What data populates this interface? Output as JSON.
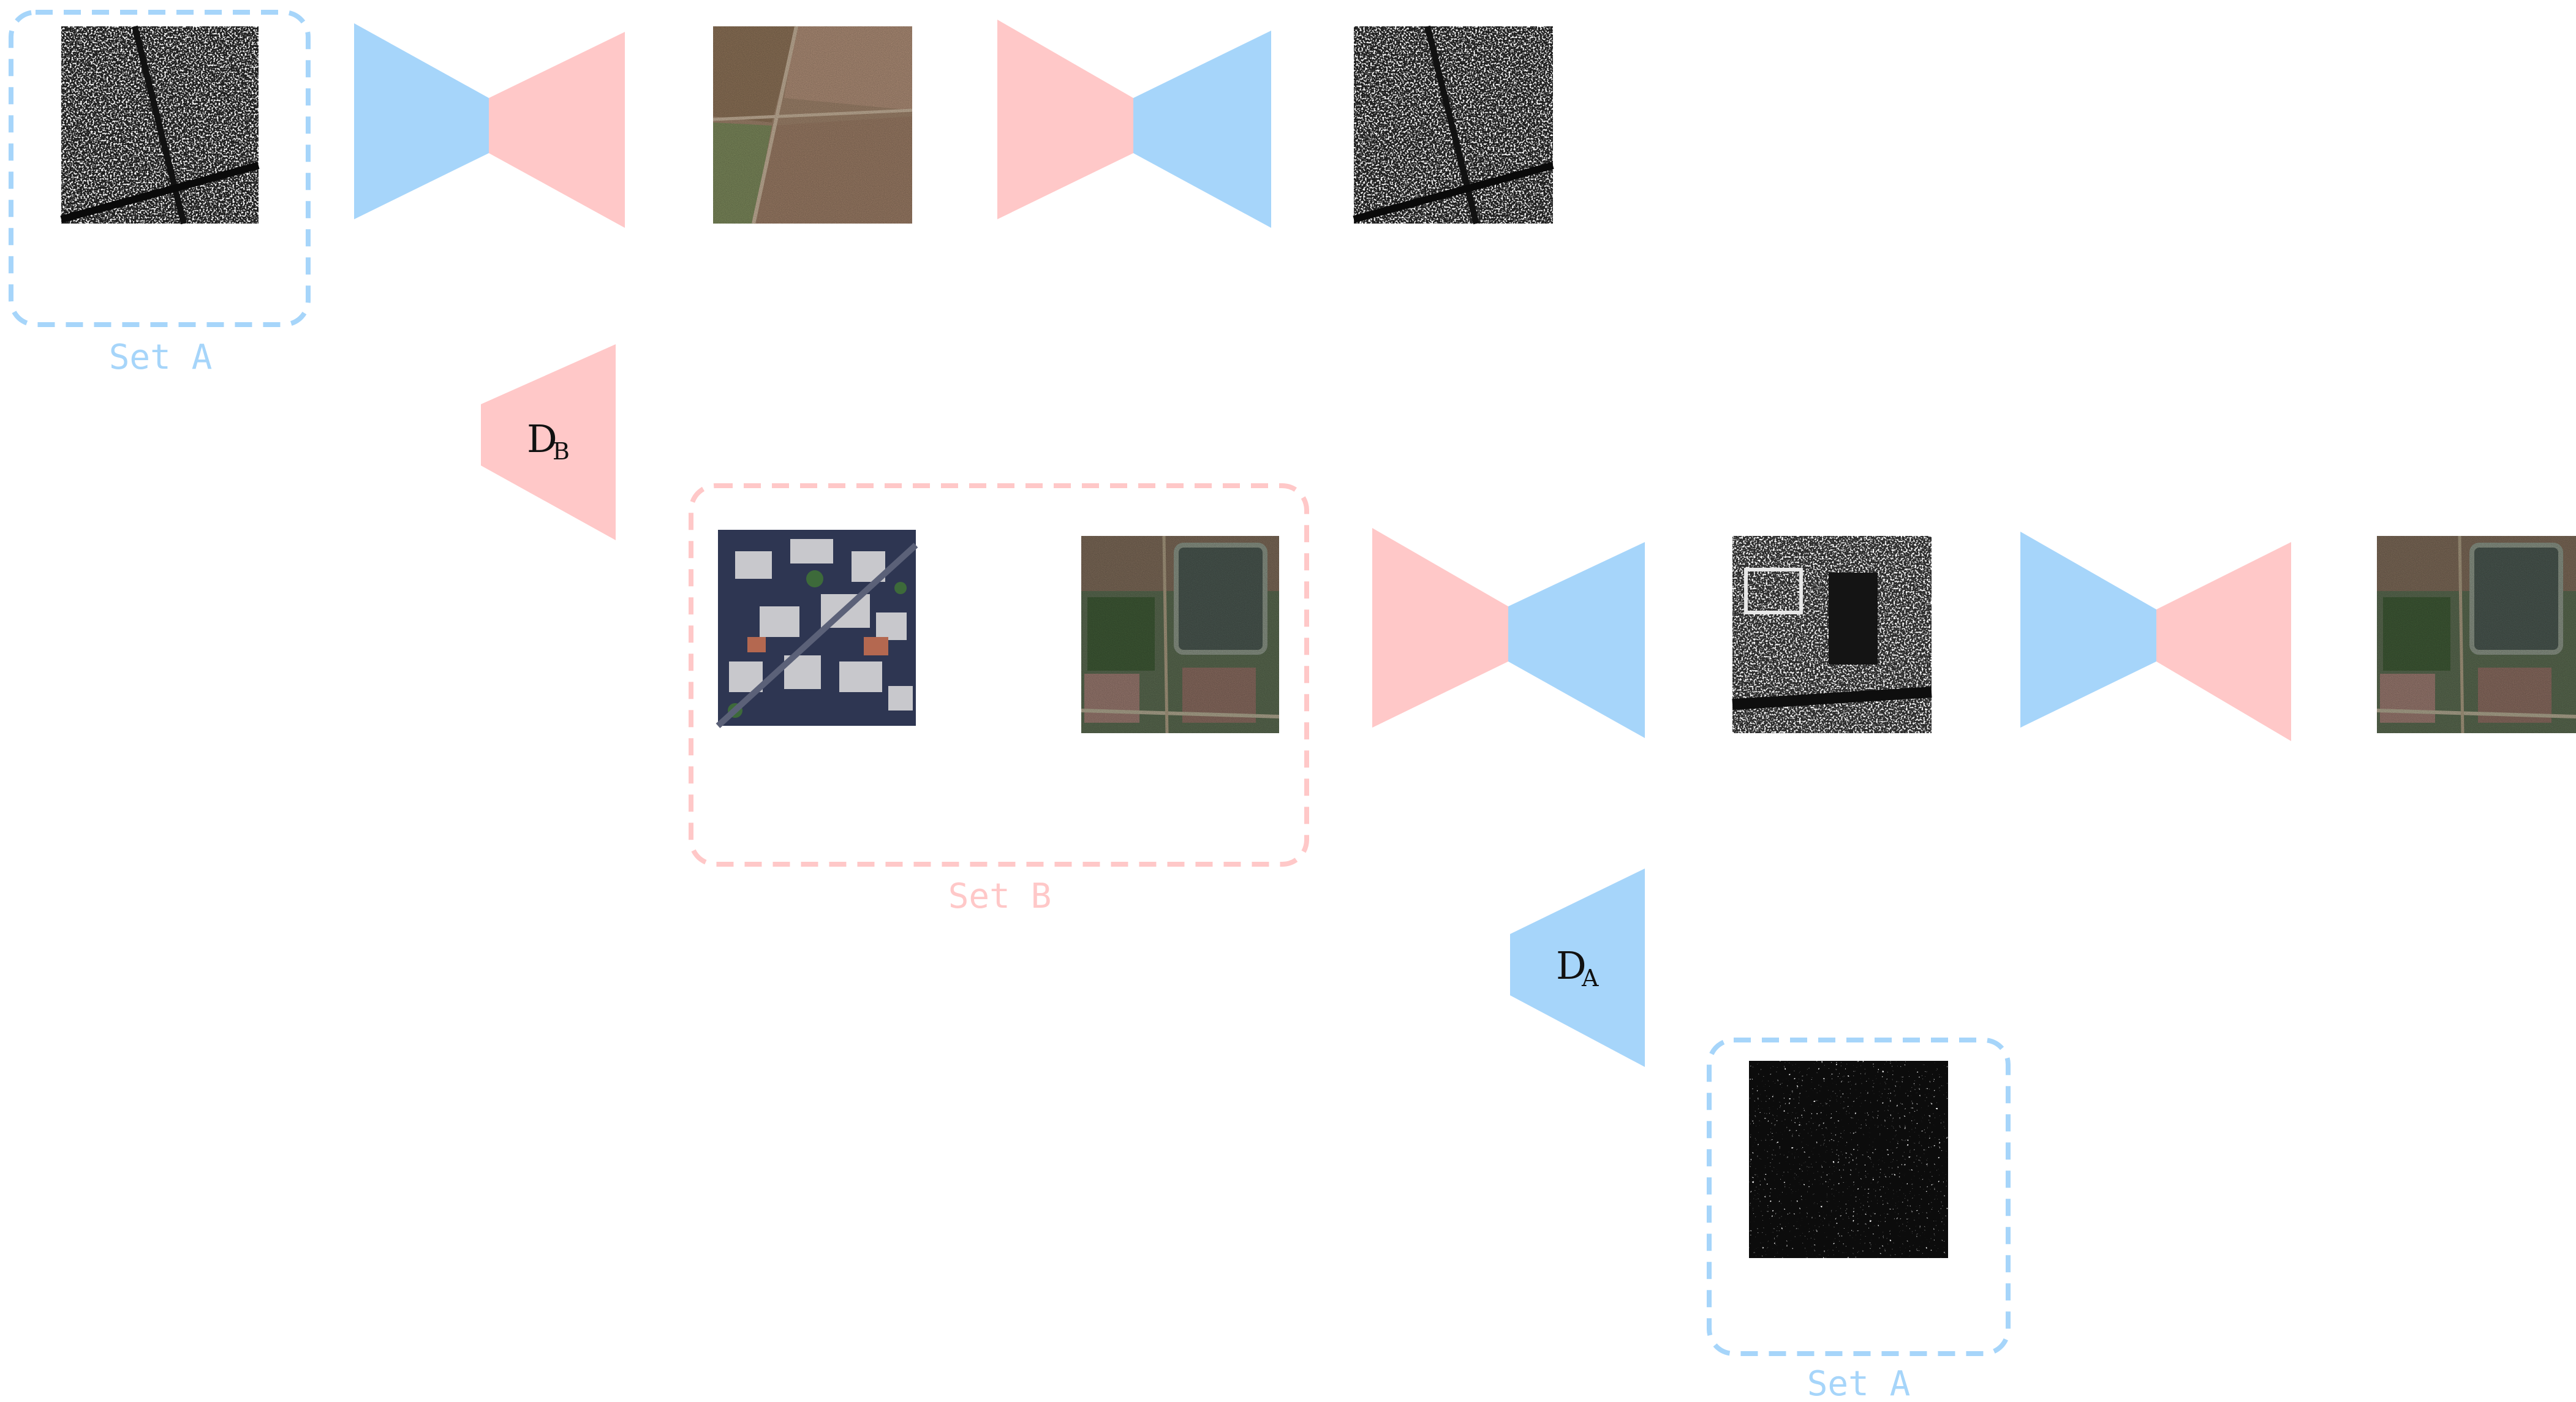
{
  "colors": {
    "blue": "#a6d5fa",
    "pink": "#ffc8c8",
    "blue_text": "#a6d5fa",
    "pink_text": "#ffc8c8"
  },
  "labels": {
    "set_a_top": "Set A",
    "set_b": "Set B",
    "set_a_bottom": "Set A",
    "disc_b_main": "D",
    "disc_b_sub": "B",
    "disc_a_main": "D",
    "disc_a_sub": "A"
  },
  "images": {
    "sar_fields": "sar-image",
    "optical_fields": "optical-image",
    "optical_city": "optical-image",
    "optical_pond": "optical-image",
    "sar_generated": "sar-image",
    "optical_reconstructed": "optical-image",
    "sar_dark": "sar-image"
  }
}
